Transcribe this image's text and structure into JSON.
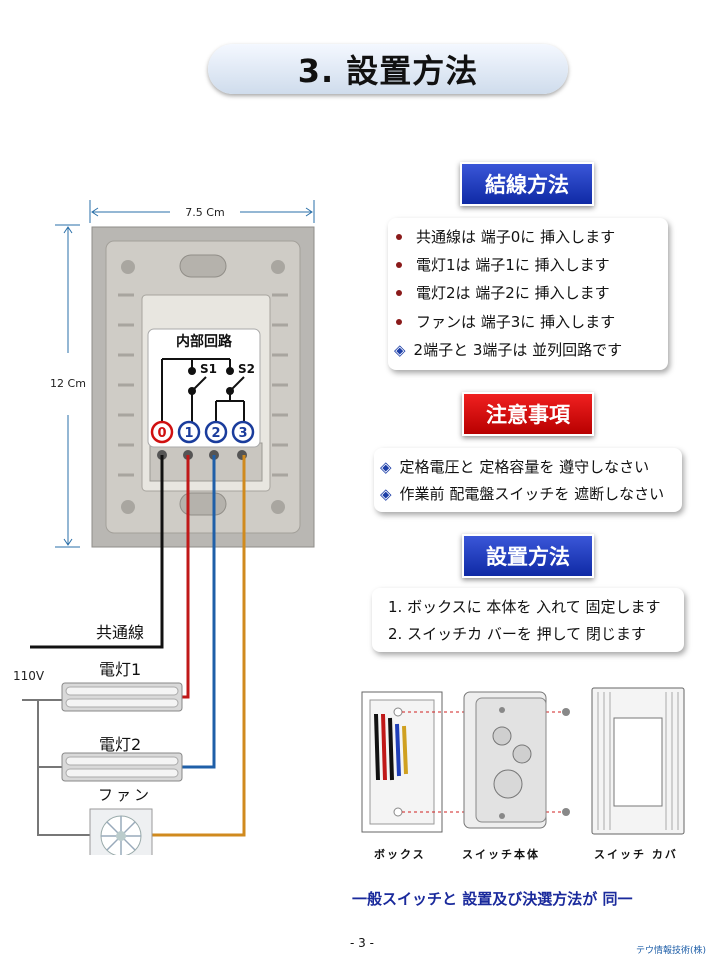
{
  "page": {
    "title": "3. 設置方法",
    "page_number": "- 3 -",
    "company": "テウ情報技術(株)",
    "footer_note": "一般スイッチと 設置及び決選方法が 同一"
  },
  "dimensions": {
    "width_label": "7.5 Cm",
    "height_label": "12 Cm"
  },
  "switch": {
    "circuit_title": "内部回路",
    "s1": "S1",
    "s2": "S2",
    "terminals": [
      "0",
      "1",
      "2",
      "3"
    ]
  },
  "wiring_labels": {
    "common": "共通線",
    "voltage": "110V",
    "light1": "電灯1",
    "light2": "電灯2",
    "fan": "ファン"
  },
  "wiring_method": {
    "header": "結線方法",
    "items": [
      "共通線は 端子0に 挿入します",
      "電灯1は 端子1に 挿入します",
      "電灯2は 端子2に 挿入します",
      "ファンは 端子3に 挿入します"
    ],
    "note": "2端子と 3端子は 並列回路です"
  },
  "cautions": {
    "header": "注意事項",
    "items": [
      "定格電圧と 定格容量を 遵守しなさい",
      "作業前 配電盤スイッチを 遮断しなさい"
    ]
  },
  "installation": {
    "header": "設置方法",
    "steps": [
      "1. ボックスに 本体を 入れて 固定します",
      "2. スイッチカ バーを 押して 閉じます"
    ],
    "captions": [
      "ボックス",
      "スイッチ本体",
      "スイッチ カバ"
    ]
  },
  "colors": {
    "common_wire": "#111111",
    "light1_wire": "#c01818",
    "light2_wire": "#1f5fa8",
    "fan_wire": "#d08a1e",
    "terminal_red": "#d01010",
    "terminal_blue": "#1a3c9c"
  }
}
